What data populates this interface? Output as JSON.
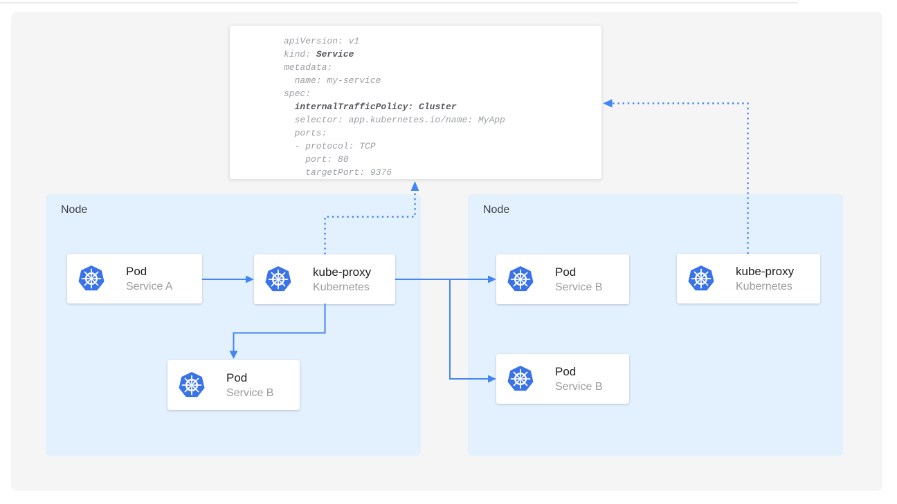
{
  "code_block": {
    "l01": "apiVersion: v1",
    "l02a": "kind: ",
    "l02b": "Service",
    "l03": "metadata:",
    "l04": "  name: my-service",
    "l05": "spec:",
    "l06a": "  ",
    "l06b": "internalTrafficPolicy: Cluster",
    "l07": "  selector: app.kubernetes.io/name: MyApp",
    "l08": "  ports:",
    "l09": "  - protocol: TCP",
    "l10": "    port: 80",
    "l11": "    targetPort: 9376"
  },
  "nodes": {
    "left": {
      "label": "Node"
    },
    "right": {
      "label": "Node"
    }
  },
  "cards": [
    {
      "title": "Pod",
      "subtitle": "Service A"
    },
    {
      "title": "kube-proxy",
      "subtitle": "Kubernetes"
    },
    {
      "title": "Pod",
      "subtitle": "Service B"
    },
    {
      "title": "Pod",
      "subtitle": "Service B"
    },
    {
      "title": "Pod",
      "subtitle": "Service B"
    },
    {
      "title": "kube-proxy",
      "subtitle": "Kubernetes"
    }
  ],
  "icons": {
    "card_icon": "kubernetes-icon"
  },
  "colors": {
    "arrow": "#4285f4",
    "kubernetes_blue": "#3a73e8",
    "node_fill": "#e3f0fd",
    "panel_fill": "#f5f5f6",
    "code_text": "#9b9fa3",
    "code_bold": "#55585c"
  }
}
